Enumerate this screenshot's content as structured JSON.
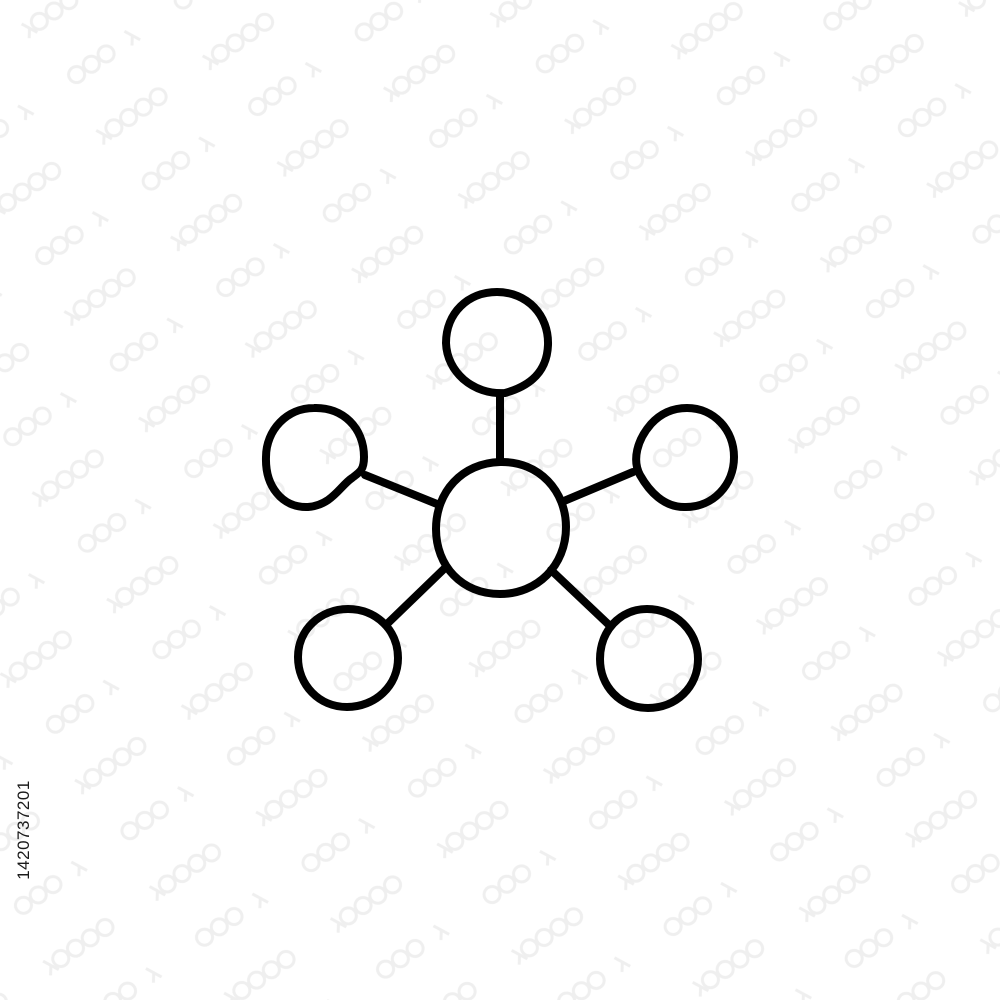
{
  "image": {
    "type": "line-art-icon",
    "icon_name": "network-hub-icon",
    "stroke_color": "#000000",
    "background_color": "#ffffff",
    "node_count": 6,
    "hub_node_count": 1,
    "satellite_node_count": 5
  },
  "watermark": {
    "stock_id": "1420737201",
    "pattern_color": "#f2f2f2"
  }
}
